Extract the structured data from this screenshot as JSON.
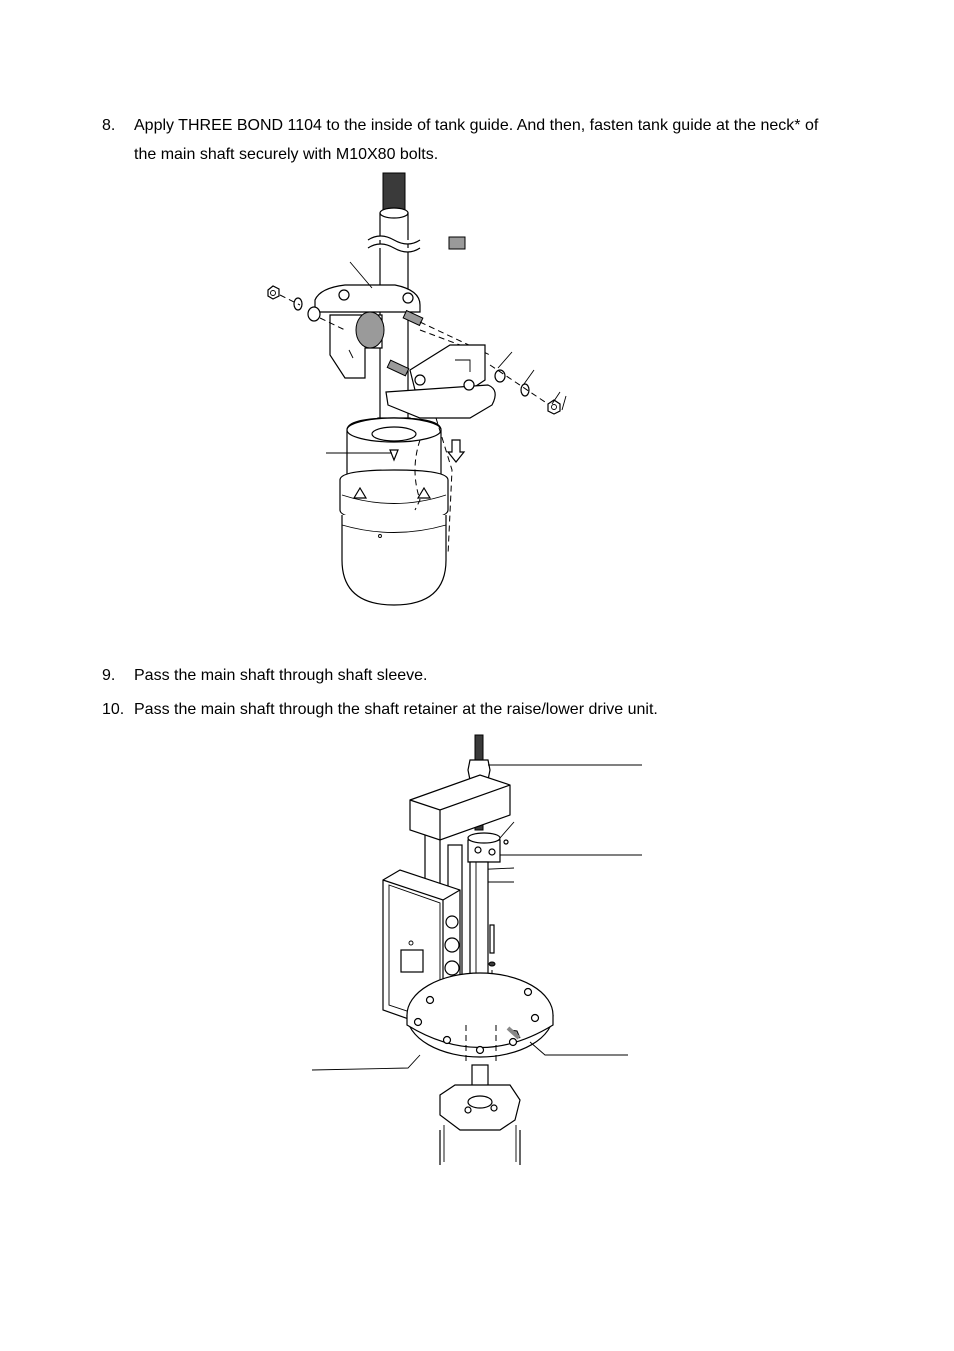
{
  "steps": [
    {
      "number": "8.",
      "text": "Apply THREE BOND 1104 to the inside of tank guide. And then, fasten tank guide at the neck* of the main shaft securely with M10X80 bolts."
    },
    {
      "number": "9.",
      "text": "Pass the main shaft through shaft sleeve."
    },
    {
      "number": "10.",
      "text": "Pass the main shaft through the shaft retainer at the raise/lower drive unit."
    }
  ],
  "figures": [
    {
      "name": "tank-guide-assembly-figure"
    },
    {
      "name": "shaft-retainer-assembly-figure"
    }
  ]
}
